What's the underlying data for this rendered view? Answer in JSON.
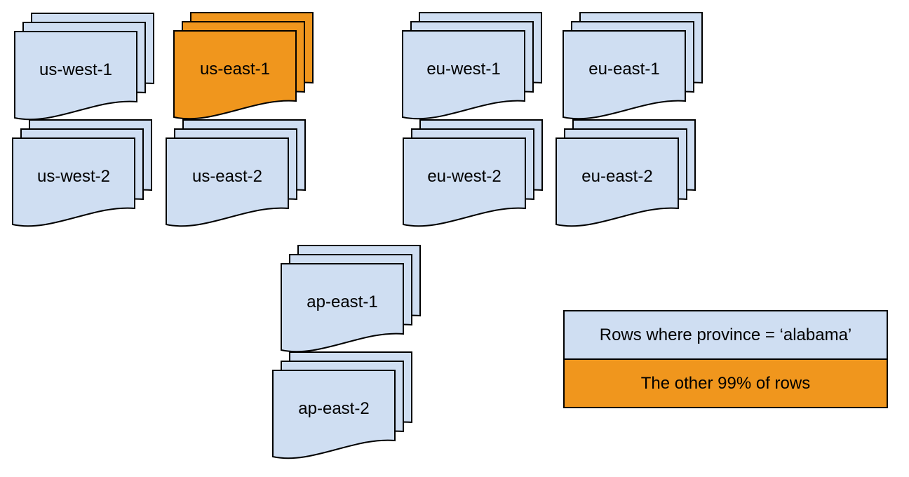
{
  "diagram": {
    "background": "#ffffff",
    "colors": {
      "sheet_blue": "#cfdef2",
      "sheet_orange": "#f0961d",
      "outline": "#000000",
      "text": "#000000"
    },
    "stacks": [
      {
        "label": "us-west-1",
        "highlighted": false
      },
      {
        "label": "us-east-1",
        "highlighted": true
      },
      {
        "label": "eu-west-1",
        "highlighted": false
      },
      {
        "label": "eu-east-1",
        "highlighted": false
      },
      {
        "label": "us-west-2",
        "highlighted": false
      },
      {
        "label": "us-east-2",
        "highlighted": false
      },
      {
        "label": "eu-west-2",
        "highlighted": false
      },
      {
        "label": "eu-east-2",
        "highlighted": false
      },
      {
        "label": "ap-east-1",
        "highlighted": false
      },
      {
        "label": "ap-east-2",
        "highlighted": false
      }
    ],
    "legend": {
      "rows": [
        {
          "label": "Rows where province = ‘alabama’",
          "color": "blue"
        },
        {
          "label": "The other 99% of rows",
          "color": "orange"
        }
      ]
    }
  }
}
